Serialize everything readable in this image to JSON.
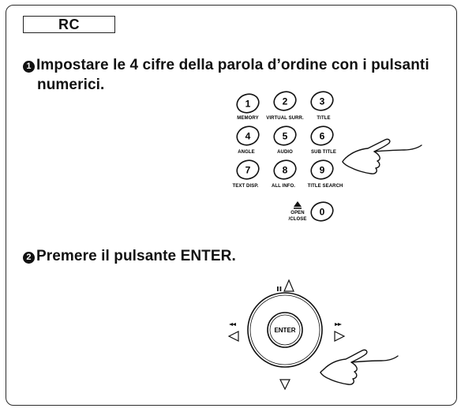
{
  "header": {
    "tab_label": "RC"
  },
  "steps": [
    {
      "number": "1",
      "text_line1": "Impostare le 4 cifre della parola d’ordine con i pulsanti",
      "text_line2": "numerici."
    },
    {
      "number": "2",
      "text": "Premere il pulsante ENTER."
    }
  ],
  "keypad": {
    "buttons": [
      {
        "num": "1",
        "label": "MEMORY"
      },
      {
        "num": "2",
        "label": "VIRTUAL SURR."
      },
      {
        "num": "3",
        "label": "TITLE"
      },
      {
        "num": "4",
        "label": "ANGLE"
      },
      {
        "num": "5",
        "label": "AUDIO"
      },
      {
        "num": "6",
        "label": "SUB TITLE"
      },
      {
        "num": "7",
        "label": "TEXT DISP."
      },
      {
        "num": "8",
        "label": "ALL INFO."
      },
      {
        "num": "9",
        "label": "TITLE SEARCH"
      },
      {
        "num": "0",
        "label": ""
      }
    ],
    "open_close_line1": "OPEN",
    "open_close_line2": "/CLOSE"
  },
  "nav": {
    "enter_label": "ENTER"
  },
  "icons": {
    "pointer": "pointing-hand-icon",
    "eject": "eject-icon",
    "up": "pause-up-arrow-icon",
    "left": "rewind-left-arrow-icon",
    "right": "fast-forward-right-arrow-icon",
    "down": "down-arrow-icon"
  }
}
